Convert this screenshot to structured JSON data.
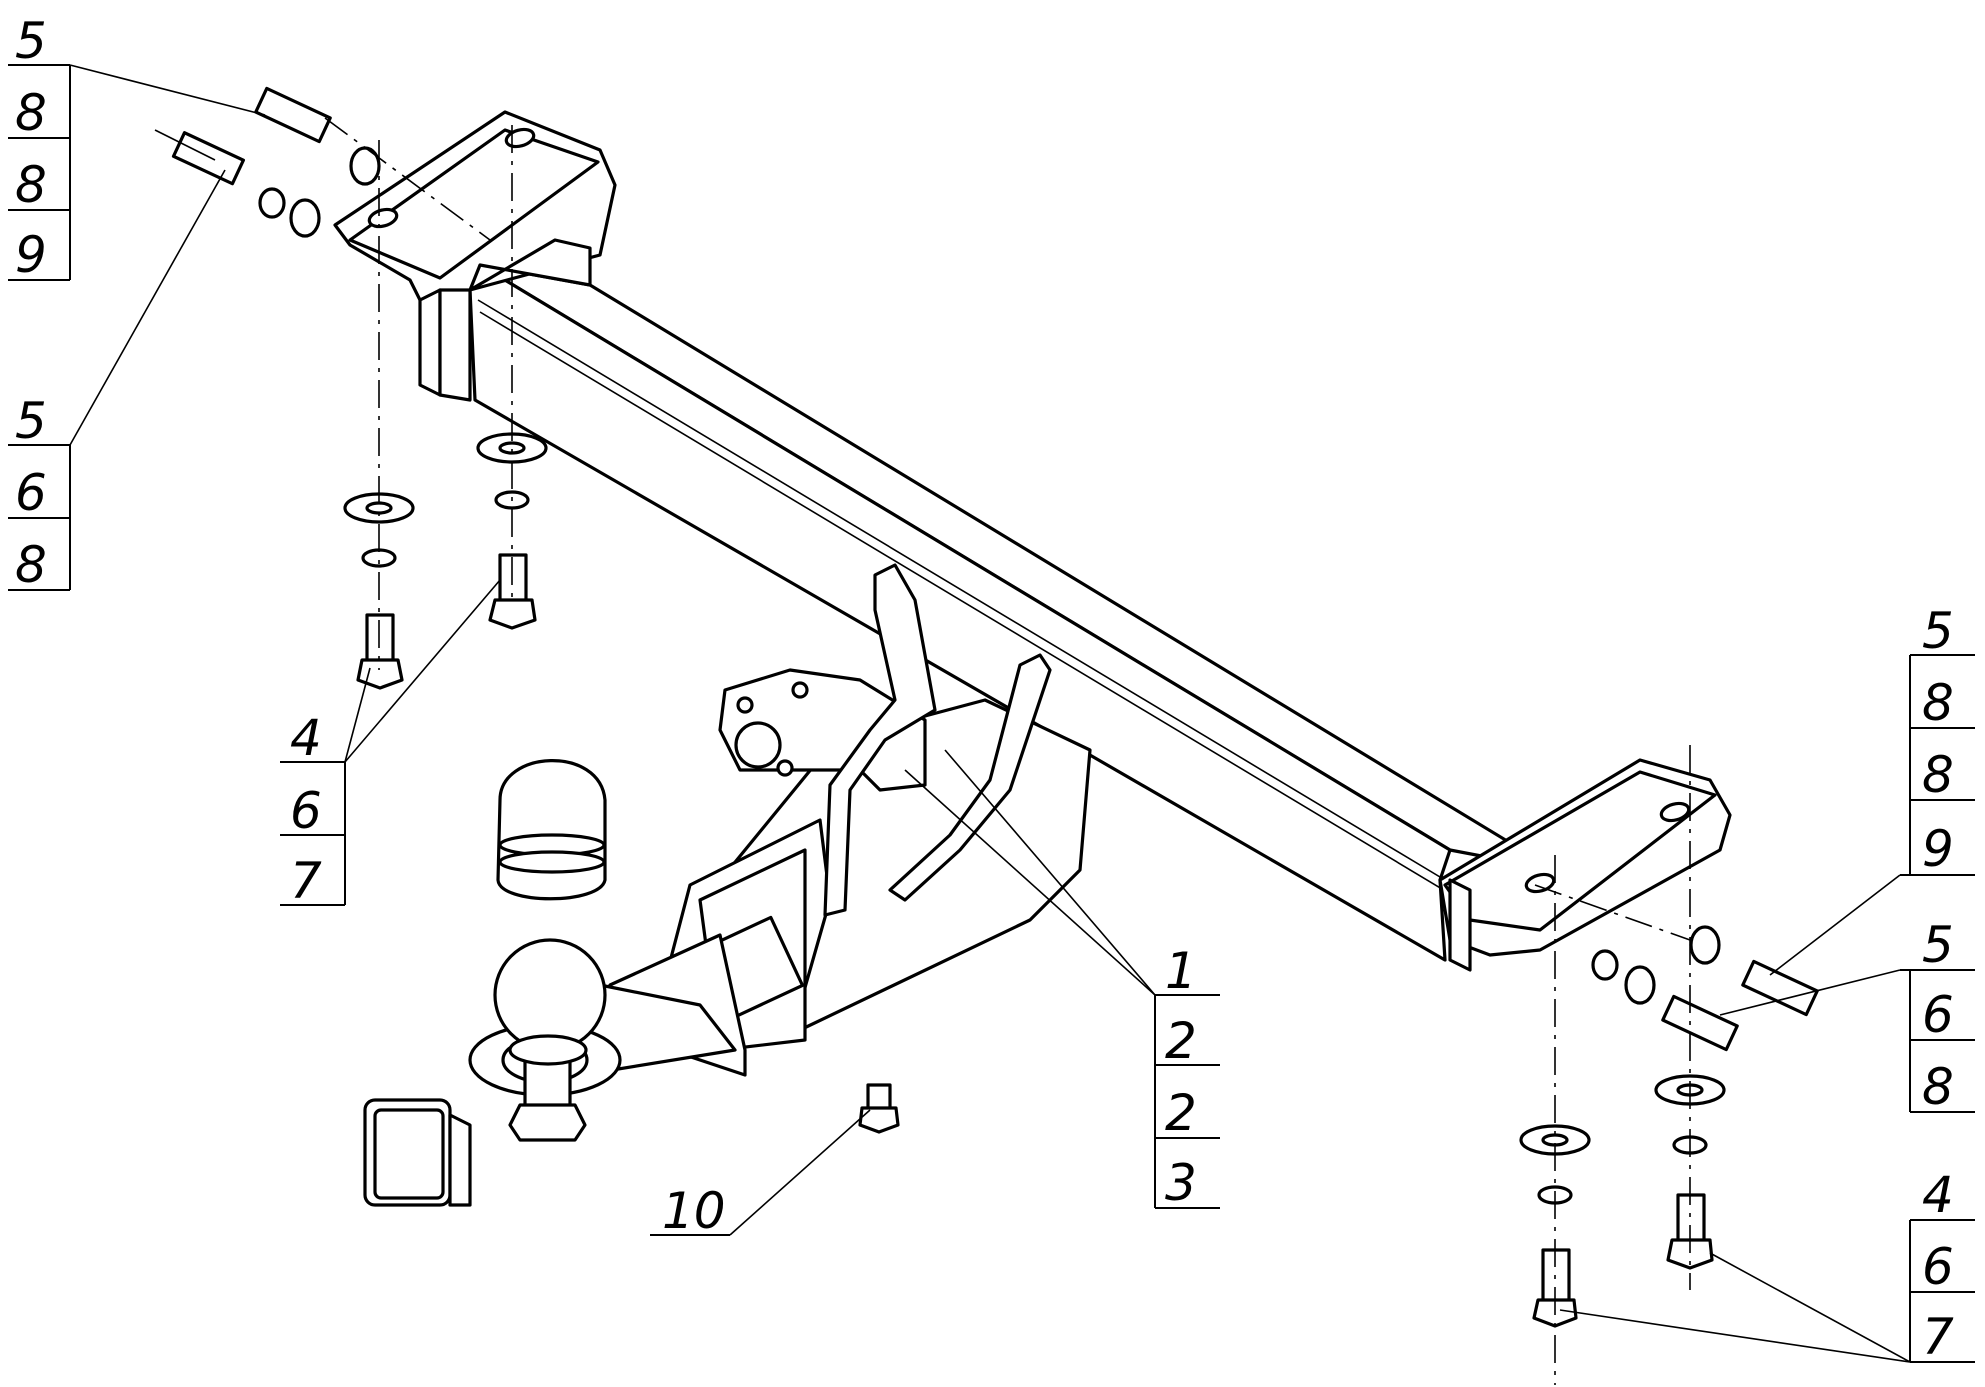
{
  "callouts": {
    "top_left_1": [
      "5",
      "8",
      "8",
      "9"
    ],
    "top_left_2": [
      "5",
      "6",
      "8"
    ],
    "left_bolts": [
      "4",
      "6",
      "7"
    ],
    "center": [
      "1",
      "2",
      "2",
      "3"
    ],
    "bottom_single": "10",
    "right_top": [
      "5",
      "8",
      "8",
      "9"
    ],
    "right_mid": [
      "5",
      "6",
      "8"
    ],
    "right_bottom": [
      "4",
      "6",
      "7"
    ]
  }
}
